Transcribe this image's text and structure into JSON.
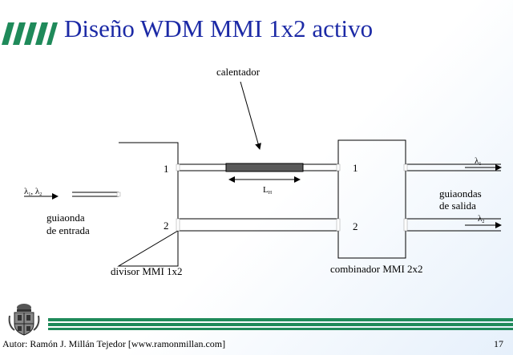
{
  "slide": {
    "title": "Diseño WDM MMI 1x2 activo",
    "footer_author": "Autor: Ramón J. Millán Tejedor [www.ramonmillan.com]",
    "page_number": "17"
  },
  "diagram": {
    "heater_label": "calentador",
    "heater_length_main": "L",
    "heater_length_sub": "H",
    "input_wavelengths_main_1": "λ",
    "input_wavelengths_sub_1": "1",
    "input_wavelengths_sep": ", ",
    "input_wavelengths_main_2": "λ",
    "input_wavelengths_sub_2": "2",
    "input_guide_line1": "guiaonda",
    "input_guide_line2": "de entrada",
    "splitter_port1": "1",
    "splitter_port2": "2",
    "combiner_port1": "1",
    "combiner_port2": "2",
    "output1_main": "λ",
    "output1_sub": "1",
    "output2_main": "λ",
    "output2_sub": "2",
    "output_guides_line1": "guiaondas",
    "output_guides_line2": "de salida",
    "splitter_label": "divisor MMI 1x2",
    "combiner_label": "combinador MMI 2x2"
  },
  "colors": {
    "title": "#1c2aa6",
    "header_bars": "#1f8a5a",
    "footer_stripe": "#1f8a5a",
    "heater": "#5a5a5a"
  }
}
